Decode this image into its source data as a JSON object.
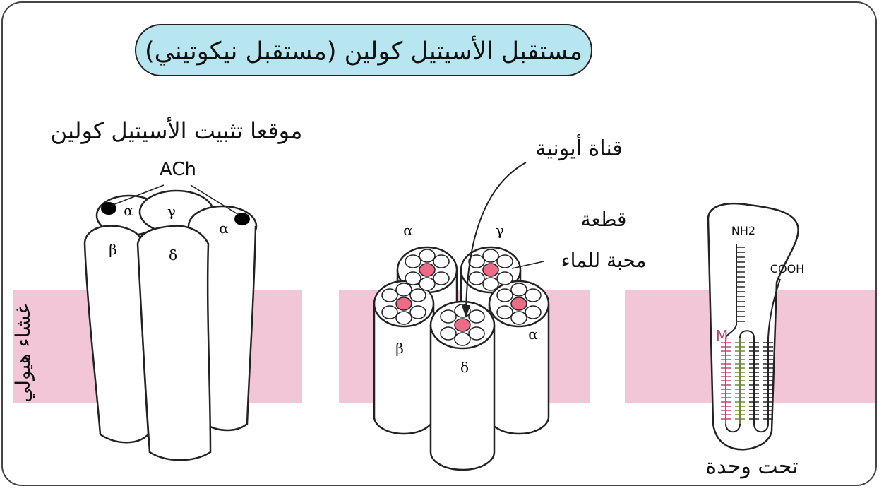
{
  "title": "مستقبل الأسيتيل كولين (مستقبل نيكوتيني)",
  "labels": {
    "binding_sites": "موقعا تثبيت الأسيتيل كولين",
    "ach": "ACh",
    "ion_channel": "قناة أيونية",
    "hydrophobic_segment_line1": "قطعة",
    "hydrophobic_segment_line2": "محبة للماء",
    "membrane": "غشاء هيولي",
    "subunit": "تحت وحدة",
    "nh2": "NH2",
    "cooh": "COOH",
    "m": "M"
  },
  "subunits": {
    "alpha": "α",
    "beta": "β",
    "gamma": "γ",
    "delta": "δ"
  },
  "colors": {
    "membrane": "#f2c6d6",
    "title_box": "#b8e6f0",
    "pore": "#ec6b86",
    "m_helix": "#c04870"
  }
}
